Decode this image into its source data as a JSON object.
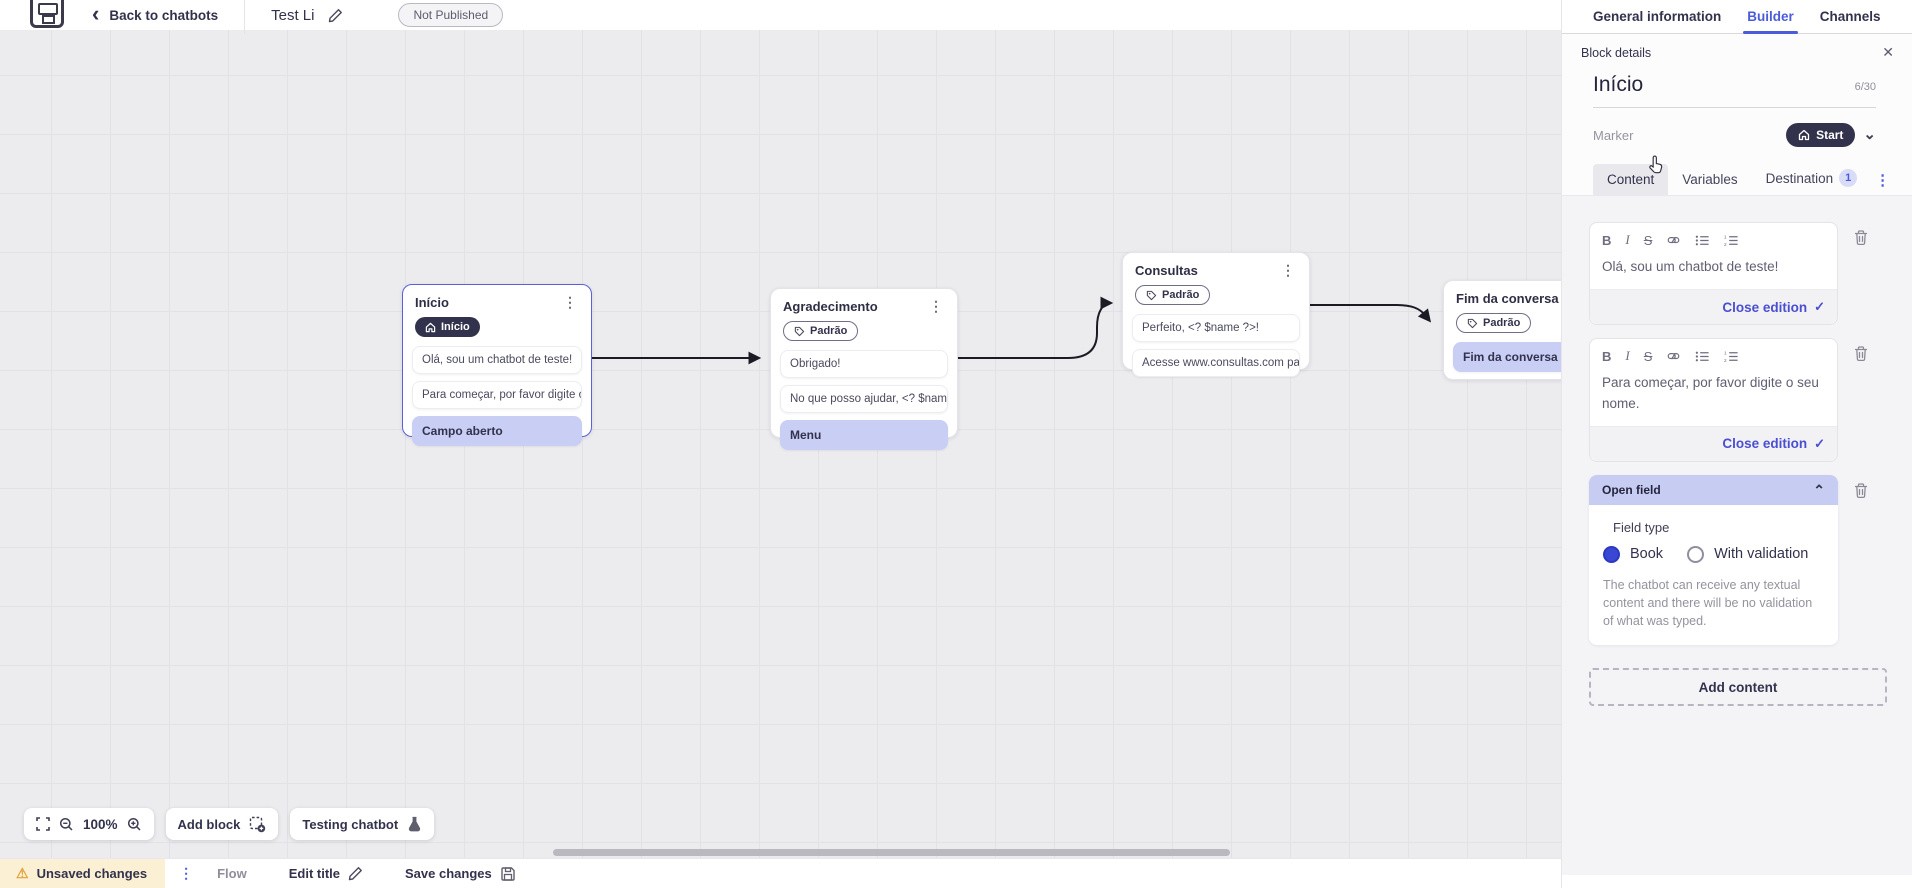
{
  "icons": {
    "back_chevron": "‹",
    "close": "✕",
    "chevron_down": "⌄",
    "chevron_up": "⌃",
    "kebab": "⋮",
    "check": "✓",
    "bold": "B",
    "italic": "I",
    "strikethrough": "S",
    "warning": "⚠"
  },
  "topbar": {
    "back_label": "Back to chatbots",
    "title": "Test Li",
    "status_badge": "Not Published",
    "tabs": [
      {
        "label": "General information"
      },
      {
        "label": "Builder"
      },
      {
        "label": "Channels"
      }
    ]
  },
  "panel": {
    "header_title": "Block details",
    "block_name": "Início",
    "name_counter": "6/30",
    "marker_label": "Marker",
    "marker_value": "Start",
    "tabs": {
      "content": "Content",
      "variables": "Variables",
      "destination": "Destination",
      "destination_badge": "1"
    },
    "editors": [
      {
        "text": "Olá, sou um chatbot de teste!",
        "close_label": "Close edition"
      },
      {
        "text": "Para começar, por favor digite o seu nome.",
        "close_label": "Close edition"
      }
    ],
    "open_field": {
      "title": "Open field",
      "field_type_label": "Field type",
      "option_book": "Book",
      "option_validation": "With validation",
      "description": "The chatbot can receive any textual content and there will be no validation of what was typed."
    },
    "add_content_label": "Add content"
  },
  "canvas": {
    "zoom_level": "100%",
    "add_block_label": "Add block",
    "testing_label": "Testing chatbot",
    "blocks": [
      {
        "title": "Início",
        "badge": "Início",
        "items": [
          "Olá, sou um chatbot de teste!",
          "Para começar, por favor digite o ...",
          "Campo aberto"
        ]
      },
      {
        "title": "Agradecimento",
        "badge": "Padrão",
        "items": [
          "Obrigado!",
          "No que posso ajudar, <? $name ...",
          "Menu"
        ]
      },
      {
        "title": "Consultas",
        "badge": "Padrão",
        "items": [
          "Perfeito, <? $name ?>!",
          "Acesse www.consultas.com par..."
        ]
      },
      {
        "title": "Fim da conversa",
        "badge": "Padrão",
        "items": [
          "Fim da conversa"
        ]
      }
    ]
  },
  "statusbar": {
    "unsaved_label": "Unsaved changes",
    "flow_label": "Flow",
    "edit_title_label": "Edit title",
    "save_label": "Save changes"
  },
  "colors": {
    "accent": "#4a5bdc",
    "dark": "#32324d",
    "lavender_item": "#c9cef5",
    "open_field_header": "#c7ccf2",
    "warning_bg": "#fcf0d4",
    "warning_icon": "#e2a23b"
  }
}
